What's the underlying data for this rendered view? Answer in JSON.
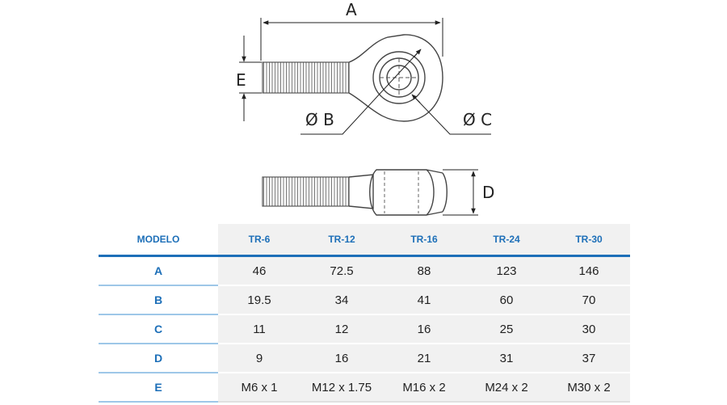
{
  "dimension_labels": {
    "a": "A",
    "b": "Ø B",
    "c": "Ø C",
    "d": "D",
    "e": "E"
  },
  "table": {
    "header_label": "MODELO",
    "models": [
      "TR-6",
      "TR-12",
      "TR-16",
      "TR-24",
      "TR-30"
    ],
    "rows": [
      {
        "label": "A",
        "values": [
          "46",
          "72.5",
          "88",
          "123",
          "146"
        ]
      },
      {
        "label": "B",
        "values": [
          "19.5",
          "34",
          "41",
          "60",
          "70"
        ]
      },
      {
        "label": "C",
        "values": [
          "11",
          "12",
          "16",
          "25",
          "30"
        ]
      },
      {
        "label": "D",
        "values": [
          "9",
          "16",
          "21",
          "31",
          "37"
        ]
      },
      {
        "label": "E",
        "values": [
          "M6 x 1",
          "M12 x 1.75",
          "M16 x 2",
          "M24 x 2",
          "M30 x 2"
        ]
      }
    ]
  },
  "colors": {
    "accent": "#1d6fb8",
    "cell_background": "#f1f1f1"
  }
}
